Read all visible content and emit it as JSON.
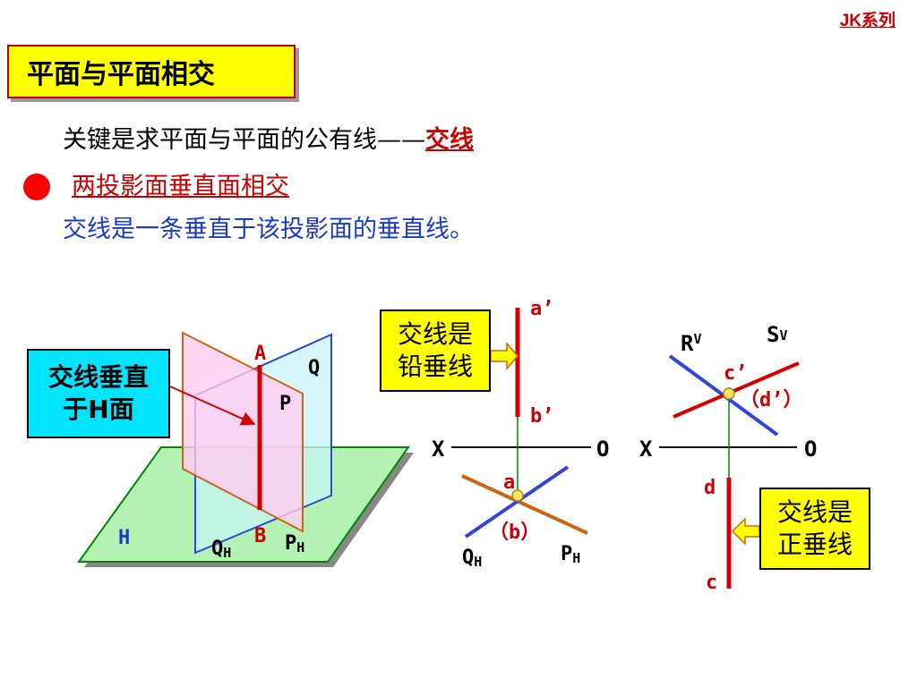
{
  "header": {
    "corner_label": "JK系列",
    "title": "平面与平面相交"
  },
  "body": {
    "key_prefix": "关键是求平面与平面的公有线——",
    "key_highlight": "交线",
    "topic": "两投影面垂直面相交",
    "description": "交线是一条垂直于该投影面的垂直线。"
  },
  "callouts": {
    "perp_h_line1": "交线垂直",
    "perp_h_line2": "于H面",
    "vertical_line1": "交线是",
    "vertical_line2": "铅垂线",
    "frontal_line1": "交线是",
    "frontal_line2": "正垂线"
  },
  "diagram_3d": {
    "point_a": "A",
    "point_b": "B",
    "plane_q": "Q",
    "plane_p": "P",
    "plane_h": "H",
    "trace_q": "Q",
    "trace_p": "P",
    "sub_h": "H"
  },
  "diagram_mid": {
    "a_prime": "a’",
    "b_prime": "b’",
    "x": "X",
    "o": "O",
    "a": "a",
    "b_paren": "（b）",
    "trace_q": "Q",
    "trace_p": "P",
    "sub_h": "H"
  },
  "diagram_right": {
    "r": "R",
    "s": "S",
    "sub_v": "V",
    "c_prime": "c’",
    "d_prime_paren": "（d’）",
    "x": "X",
    "o": "O",
    "d": "d",
    "c": "c"
  },
  "colors": {
    "title_bg": "#ffff00",
    "accent_red": "#cc0000",
    "text_blue": "#1a3acc",
    "plane_h": "#b3f2b3",
    "plane_pink": "#ffccf0",
    "plane_cyan": "#c7f4f7",
    "line_red": "#d40000",
    "line_blue": "#3344dd",
    "line_orange": "#cc6611",
    "axis_green": "#008800",
    "point_yellow": "#ffe066"
  }
}
